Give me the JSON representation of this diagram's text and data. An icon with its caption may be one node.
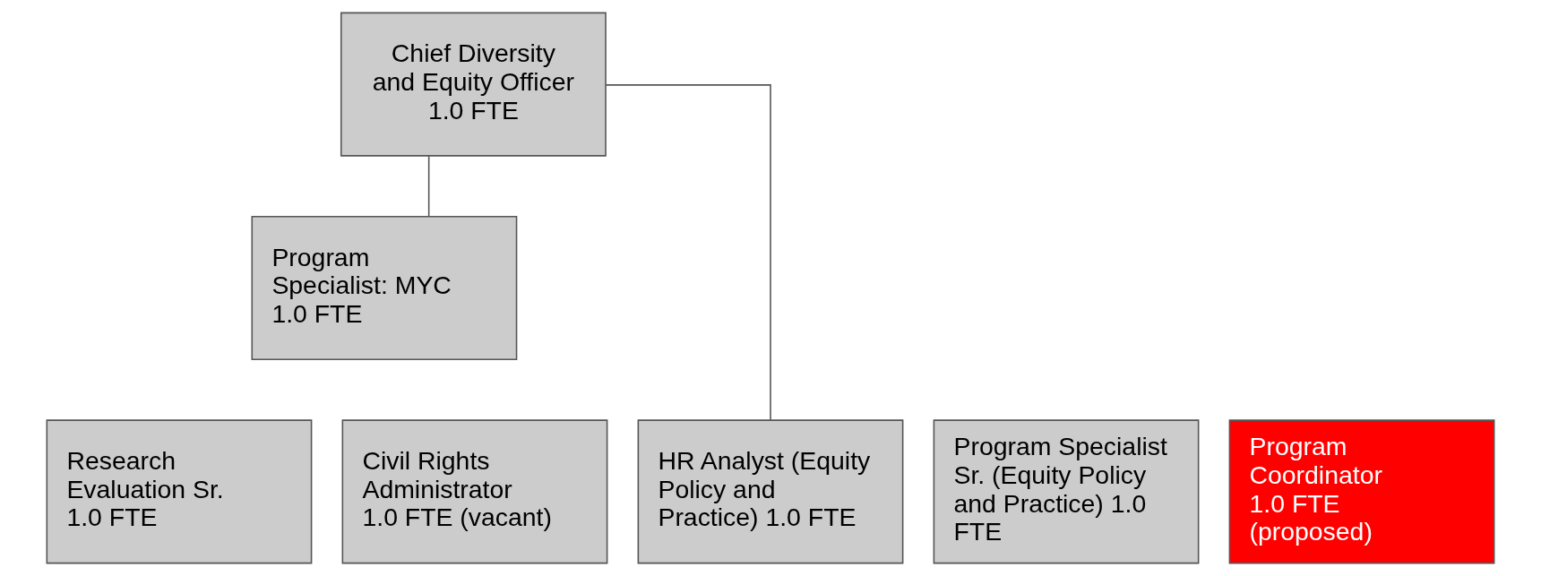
{
  "diagram": {
    "nodes": [
      {
        "text": [
          "Chief Diversity and Equity Officer 1.0 FTE"
        ]
      },
      {
        "text": [
          "Program Specialist: MYC 1.0 FTE"
        ]
      },
      {
        "text": [
          "Research Evaluation Sr. 1.0 FTE"
        ]
      },
      {
        "text": [
          "Civil Rights Administrator 1.0 FTE (vacant)"
        ]
      },
      {
        "text": [
          "HR Analyst (Equity Policy and Practice) 1.0 FTE"
        ]
      },
      {
        "text": [
          "Program Specialist Sr. (Equity Policy and Practice) 1.0 FTE"
        ]
      },
      {
        "text": [
          "Program Coordinator 1.0 FTE (proposed)"
        ]
      }
    ],
    "edges": [
      {
        "from": 0,
        "to": 1,
        "arrow": "none"
      },
      {
        "from": 0,
        "to": 4,
        "arrow": "none"
      }
    ]
  }
}
